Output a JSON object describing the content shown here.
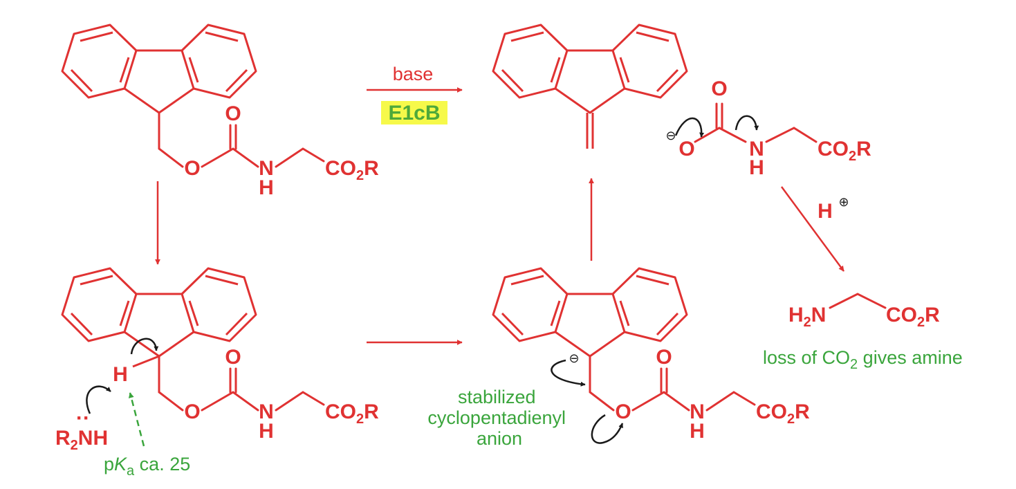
{
  "colors": {
    "structure": "#e03232",
    "note": "#3aa53c",
    "arrow_push": "#1a1a1a",
    "highlight_fill": "#f6f94a",
    "highlight_text": "#4ea93a"
  },
  "reagents": {
    "base": "base",
    "mechanism": "E1cB",
    "proton": "H",
    "proton_charge": "⊕"
  },
  "atoms": {
    "oxygen": "O",
    "nitrogen": "N",
    "hydrogen": "H",
    "ester_main": "CO",
    "ester_sub": "2",
    "ester_tail": "R",
    "amine_r": "R",
    "amine_sub": "2",
    "amine_nh": "NH",
    "amine_lp": "··",
    "h2n_h": "H",
    "h2n_sub": "2",
    "h2n_n": "N",
    "minus": "⊖"
  },
  "notes": {
    "pka_p": "p",
    "pka_k": "K",
    "pka_a": "a",
    "pka_rest": " ca. 25",
    "stabilized_line1": "stabilized",
    "stabilized_line2": "cyclopentadienyl",
    "stabilized_line3": "anion",
    "loss_pre": "loss of CO",
    "loss_sub": "2",
    "loss_post": " gives amine"
  }
}
